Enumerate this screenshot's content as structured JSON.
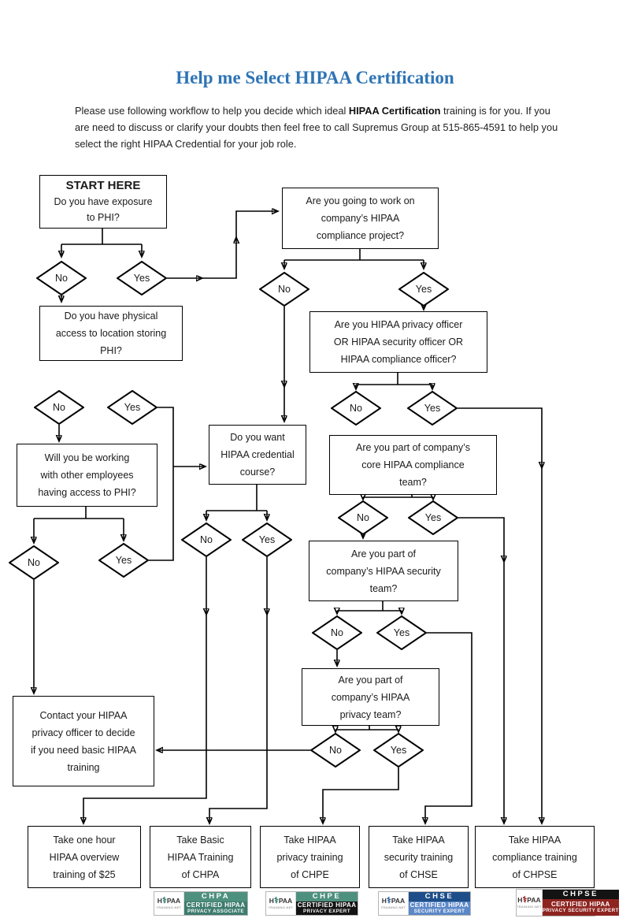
{
  "header": {
    "title": "Help me Select HIPAA Certification",
    "title_color": "#2e74b5",
    "intro": {
      "before": "Please use following workflow to help you decide which ideal ",
      "bold": "HIPAA Certification",
      "after": " training is for you. If you are need to discuss or clarify your doubts then feel free to call Supremus Group at 515-865-4591 to help you select the right HIPAA Credential for your job role."
    }
  },
  "labels": {
    "no": "No",
    "yes": "Yes"
  },
  "nodes": {
    "start": {
      "title": "START HERE",
      "lines": [
        "Do you have exposure",
        "to PHI?"
      ]
    },
    "project": {
      "lines": [
        "Are you going to work on",
        "company’s HIPAA",
        "compliance project?"
      ]
    },
    "physical": {
      "lines": [
        "Do you have physical",
        "access to location storing",
        "PHI?"
      ]
    },
    "officer": {
      "lines": [
        "Are you HIPAA privacy officer",
        "OR HIPAA security officer OR",
        "HIPAA compliance officer?"
      ]
    },
    "working": {
      "lines": [
        "Will you be working",
        "with other employees",
        "having access to PHI?"
      ]
    },
    "credential": {
      "lines": [
        "Do you want",
        "HIPAA credential",
        "course?"
      ]
    },
    "core": {
      "lines": [
        "Are you part of company’s",
        "core HIPAA compliance",
        "team?"
      ]
    },
    "security": {
      "lines": [
        "Are you part of",
        "company’s HIPAA security",
        "team?"
      ]
    },
    "privacy": {
      "lines": [
        "Are you part of",
        "company’s HIPAA",
        "privacy team?"
      ]
    },
    "contact": {
      "lines": [
        "Contact your HIPAA",
        "privacy officer to decide",
        "if you need basic HIPAA",
        "training"
      ]
    }
  },
  "results": [
    {
      "lines": [
        "Take one hour",
        "HIPAA overview",
        "training of $25"
      ]
    },
    {
      "lines": [
        "Take Basic",
        "HIPAA Training",
        "of CHPA"
      ]
    },
    {
      "lines": [
        "Take HIPAA",
        "privacy training",
        "of CHPE"
      ]
    },
    {
      "lines": [
        "Take HIPAA",
        "security training",
        "of CHSE"
      ]
    },
    {
      "lines": [
        "Take HIPAA",
        "compliance training",
        "of CHPSE"
      ]
    }
  ],
  "badges": [
    {
      "code": "CHPA",
      "cert": "CERTIFIED HIPAA",
      "role": "PRIVACY ASSOCIATE",
      "logo": {
        "left": "H",
        "symbol": "⚕",
        "right": "PAA",
        "net": "TRAINING.NET"
      },
      "colors": {
        "header": "#4e907e",
        "body": "#3d7c6e",
        "caduceus": "#2e7d6e"
      }
    },
    {
      "code": "CHPE",
      "cert": "CERTIFIED HIPAA",
      "role": "PRIVACY EXPERT",
      "logo": {
        "left": "H",
        "symbol": "⚕",
        "right": "PAA",
        "net": "TRAINING.NET"
      },
      "colors": {
        "header": "#4e907e",
        "body": "#131313",
        "caduceus": "#2e7d6e"
      }
    },
    {
      "code": "CHSE",
      "cert": "CERTIFIED HIPAA",
      "role": "SECURITY EXPERT",
      "logo": {
        "left": "H",
        "symbol": "⚕",
        "right": "PAA",
        "net": "TRAINING.NET"
      },
      "colors": {
        "header": "#1d4e89",
        "body": "#5c88c8",
        "caduceus": "#2e5f9e"
      }
    },
    {
      "code": "CHPSE",
      "cert": "CERTIFIED HIPAA",
      "role": "PRIVACY SECURITY EXPERT",
      "logo": {
        "left": "H",
        "symbol": "⚕",
        "right": "PAA",
        "net": "TRAINING.NET"
      },
      "colors": {
        "header": "#131313",
        "body": "#8e2420",
        "caduceus": "#a32020"
      }
    }
  ]
}
